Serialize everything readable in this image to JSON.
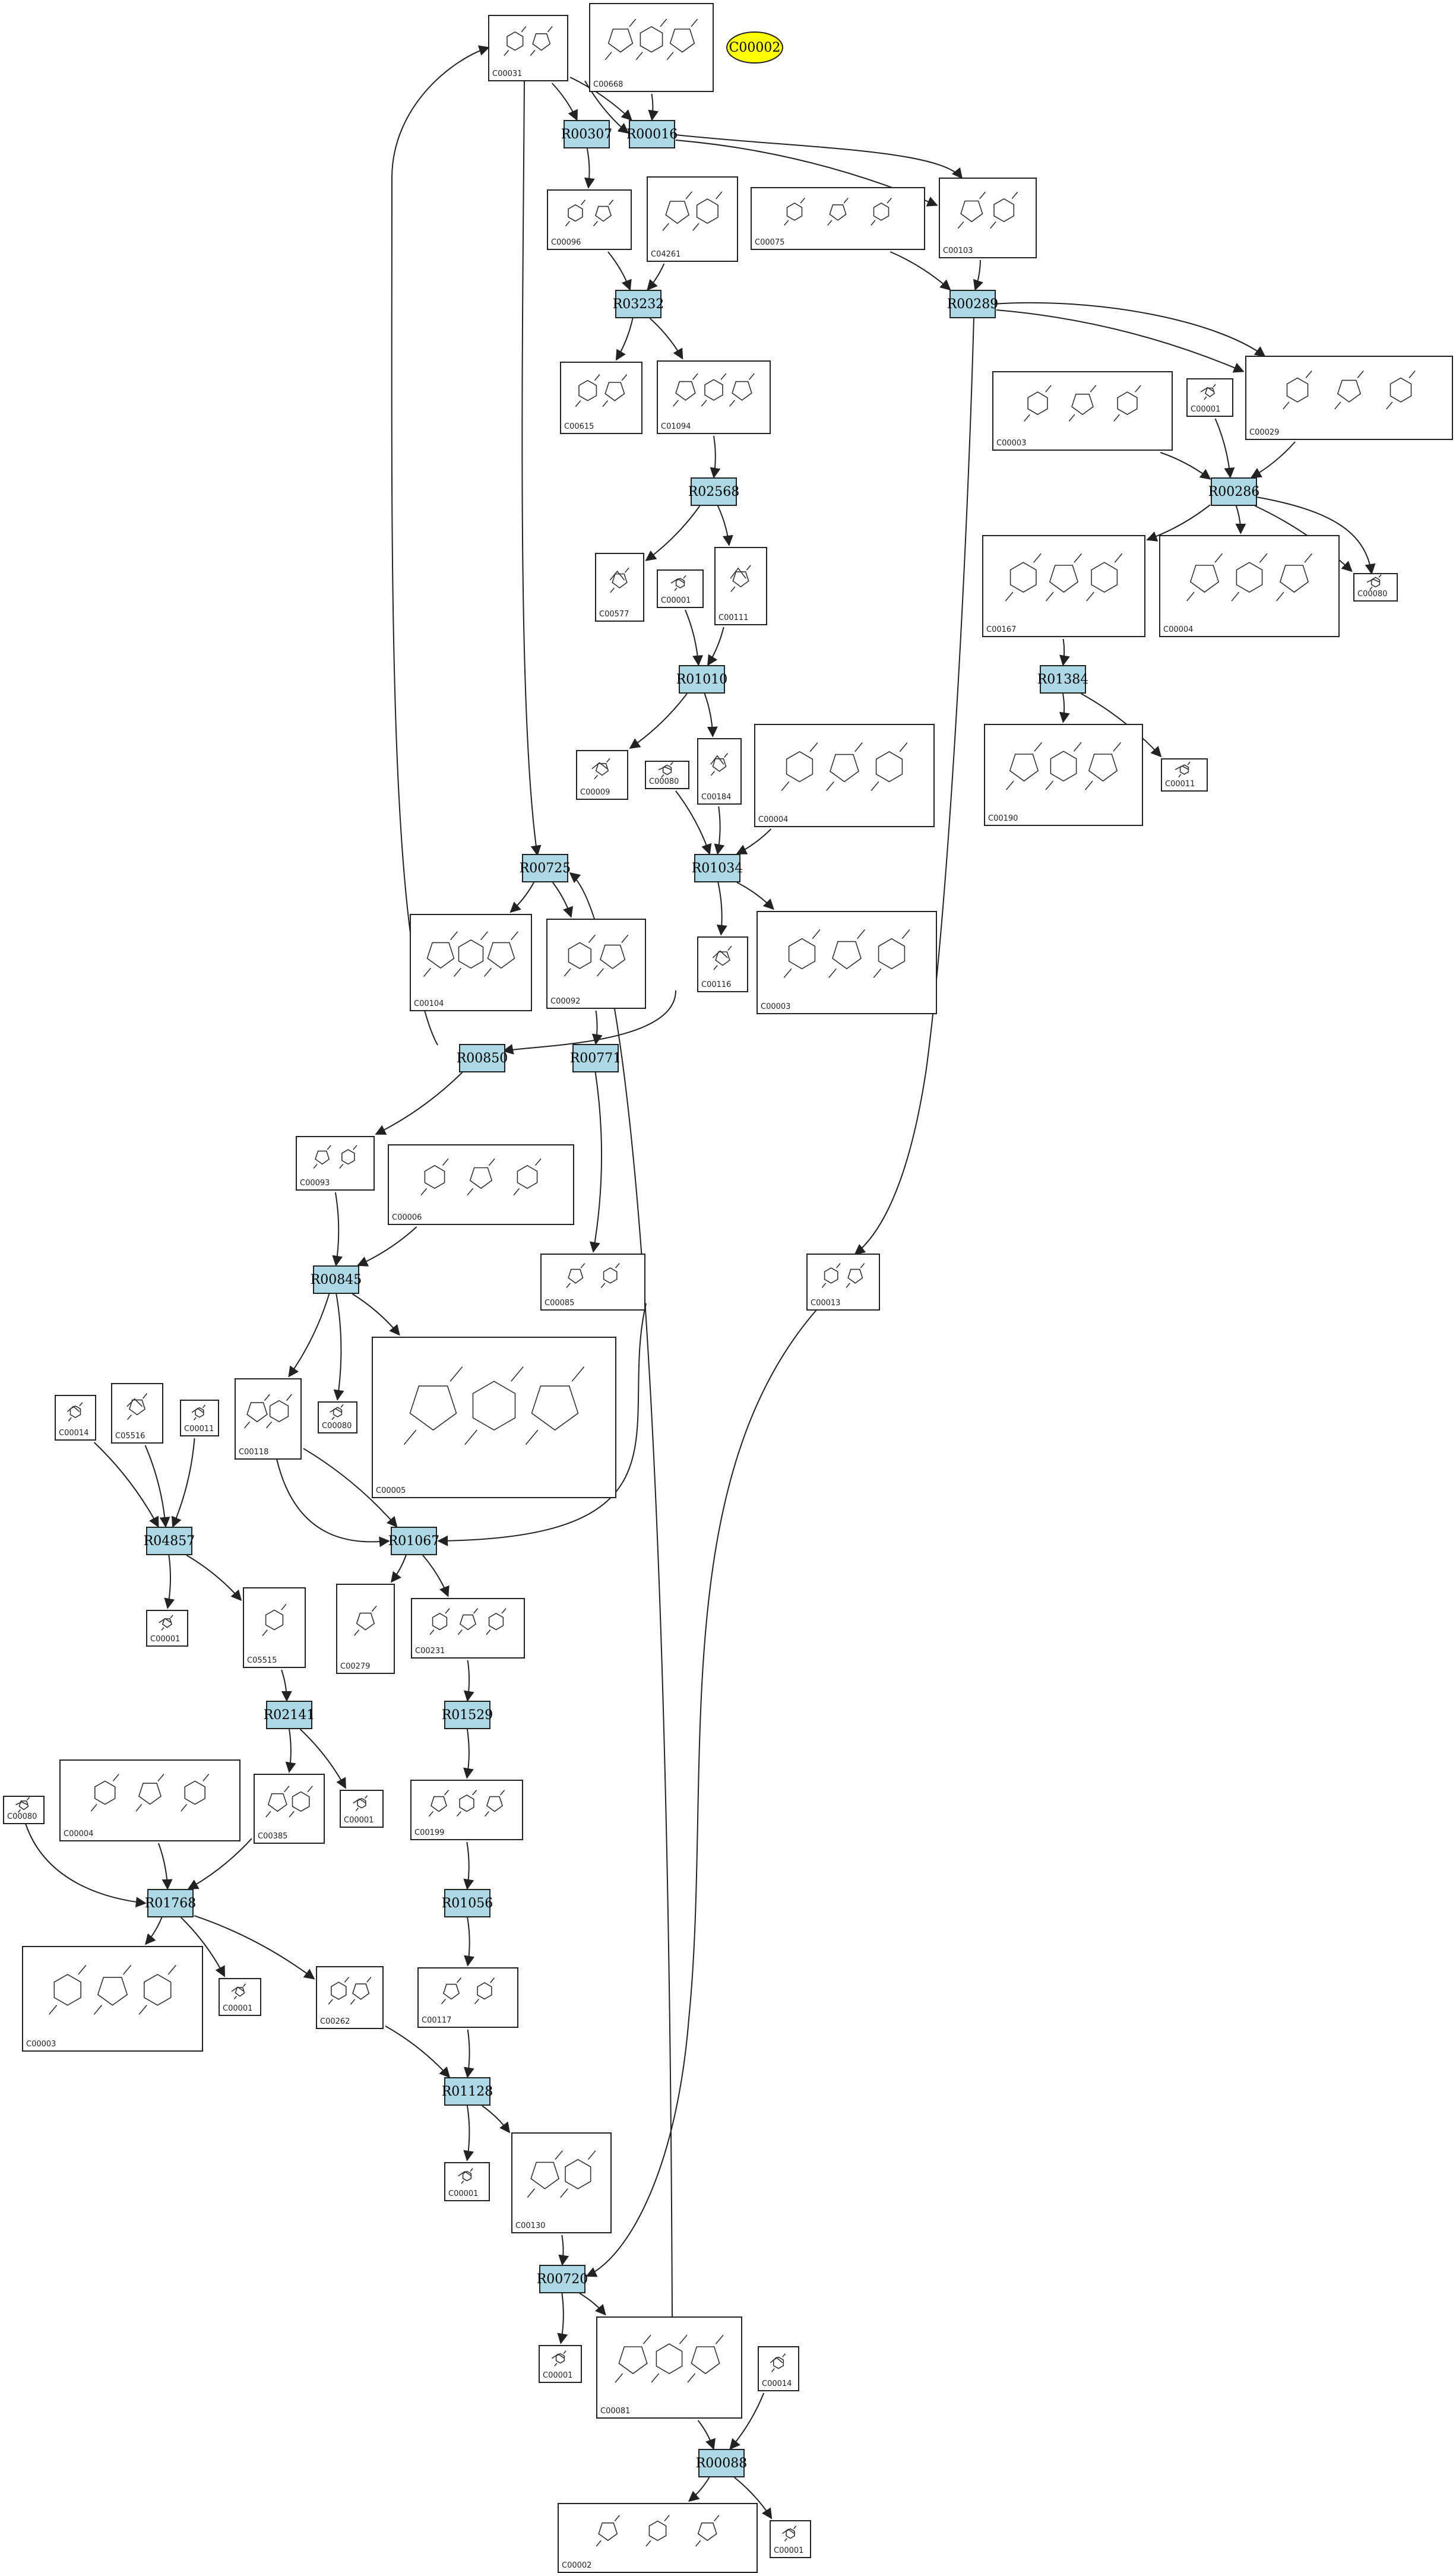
{
  "highlight": {
    "id": "C00002"
  },
  "reactions": [
    {
      "id": "R00307"
    },
    {
      "id": "R00016"
    },
    {
      "id": "R03232"
    },
    {
      "id": "R00289"
    },
    {
      "id": "R02568"
    },
    {
      "id": "R00286"
    },
    {
      "id": "R01010"
    },
    {
      "id": "R01384"
    },
    {
      "id": "R00725"
    },
    {
      "id": "R01034"
    },
    {
      "id": "R00850"
    },
    {
      "id": "R00771"
    },
    {
      "id": "R00845"
    },
    {
      "id": "R04857"
    },
    {
      "id": "R01067"
    },
    {
      "id": "R02141"
    },
    {
      "id": "R01529"
    },
    {
      "id": "R01768"
    },
    {
      "id": "R01056"
    },
    {
      "id": "R01128"
    },
    {
      "id": "R00720"
    },
    {
      "id": "R00088"
    }
  ],
  "compounds": [
    {
      "key": "c00031a",
      "id": "C00031"
    },
    {
      "key": "c00668",
      "id": "C00668"
    },
    {
      "key": "c00096",
      "id": "C00096"
    },
    {
      "key": "c04261",
      "id": "C04261"
    },
    {
      "key": "c00075",
      "id": "C00075"
    },
    {
      "key": "c00103",
      "id": "C00103"
    },
    {
      "key": "c00615",
      "id": "C00615"
    },
    {
      "key": "c01094",
      "id": "C01094"
    },
    {
      "key": "c00003a",
      "id": "C00003"
    },
    {
      "key": "c00001a",
      "id": "C00001"
    },
    {
      "key": "c00029",
      "id": "C00029"
    },
    {
      "key": "c00577",
      "id": "C00577"
    },
    {
      "key": "c00001b",
      "id": "C00001"
    },
    {
      "key": "c00111",
      "id": "C00111"
    },
    {
      "key": "c00167",
      "id": "C00167"
    },
    {
      "key": "c00004a",
      "id": "C00004"
    },
    {
      "key": "c00080a",
      "id": "C00080"
    },
    {
      "key": "c00009",
      "id": "C00009"
    },
    {
      "key": "c00080b",
      "id": "C00080"
    },
    {
      "key": "c00184",
      "id": "C00184"
    },
    {
      "key": "c00004b",
      "id": "C00004"
    },
    {
      "key": "c00190",
      "id": "C00190"
    },
    {
      "key": "c00011a",
      "id": "C00011"
    },
    {
      "key": "c00104",
      "id": "C00104"
    },
    {
      "key": "c00092",
      "id": "C00092"
    },
    {
      "key": "c00116",
      "id": "C00116"
    },
    {
      "key": "c00003b",
      "id": "C00003"
    },
    {
      "key": "c00093",
      "id": "C00093"
    },
    {
      "key": "c00006",
      "id": "C00006"
    },
    {
      "key": "c00085",
      "id": "C00085"
    },
    {
      "key": "c00013",
      "id": "C00013"
    },
    {
      "key": "c00005",
      "id": "C00005"
    },
    {
      "key": "c00014a",
      "id": "C00014"
    },
    {
      "key": "c05516",
      "id": "C05516"
    },
    {
      "key": "c00011b",
      "id": "C00011"
    },
    {
      "key": "c00118",
      "id": "C00118"
    },
    {
      "key": "c00080c",
      "id": "C00080"
    },
    {
      "key": "c00001c",
      "id": "C00001"
    },
    {
      "key": "c05515",
      "id": "C05515"
    },
    {
      "key": "c00279",
      "id": "C00279"
    },
    {
      "key": "c00231",
      "id": "C00231"
    },
    {
      "key": "c00080d",
      "id": "C00080"
    },
    {
      "key": "c00004c",
      "id": "C00004"
    },
    {
      "key": "c00385",
      "id": "C00385"
    },
    {
      "key": "c00001d",
      "id": "C00001"
    },
    {
      "key": "c00199",
      "id": "C00199"
    },
    {
      "key": "c00003c",
      "id": "C00003"
    },
    {
      "key": "c00001e",
      "id": "C00001"
    },
    {
      "key": "c00262",
      "id": "C00262"
    },
    {
      "key": "c00117",
      "id": "C00117"
    },
    {
      "key": "c00001f",
      "id": "C00001"
    },
    {
      "key": "c00130",
      "id": "C00130"
    },
    {
      "key": "c00001g",
      "id": "C00001"
    },
    {
      "key": "c00081",
      "id": "C00081"
    },
    {
      "key": "c00014b",
      "id": "C00014"
    },
    {
      "key": "c00002",
      "id": "C00002"
    },
    {
      "key": "c00001h",
      "id": "C00001"
    }
  ]
}
